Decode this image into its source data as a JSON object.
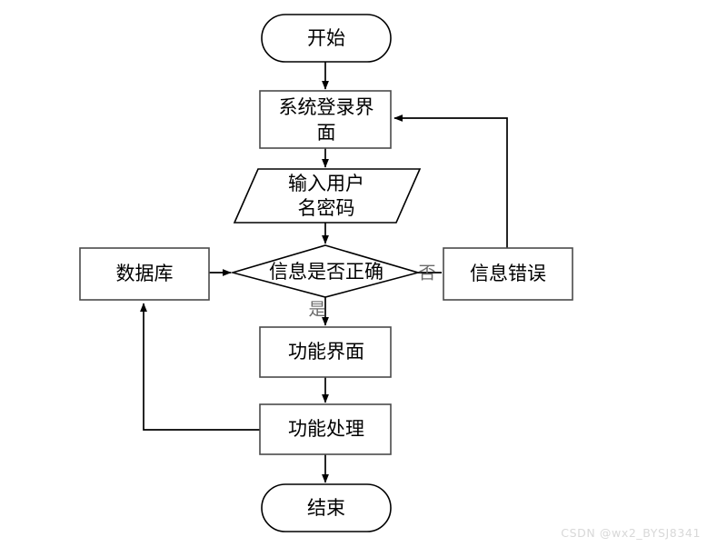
{
  "diagram": {
    "type": "flowchart",
    "orientation": "top-to-bottom",
    "background_color": "#ffffff",
    "line_color": "#000000",
    "text_color": "#000000",
    "nodes": [
      {
        "id": "start",
        "shape": "terminator",
        "label": "开始"
      },
      {
        "id": "login_ui",
        "shape": "process",
        "label": "系统登录界面"
      },
      {
        "id": "input",
        "shape": "data",
        "label": "输入用户名密码"
      },
      {
        "id": "database",
        "shape": "process",
        "label": "数据库"
      },
      {
        "id": "decision",
        "shape": "decision",
        "label": "信息是否正确"
      },
      {
        "id": "error",
        "shape": "process",
        "label": "信息错误"
      },
      {
        "id": "func_ui",
        "shape": "process",
        "label": "功能界面"
      },
      {
        "id": "func_proc",
        "shape": "process",
        "label": "功能处理"
      },
      {
        "id": "end",
        "shape": "terminator",
        "label": "结束"
      }
    ],
    "edges": [
      {
        "from": "start",
        "to": "login_ui",
        "label": ""
      },
      {
        "from": "login_ui",
        "to": "input",
        "label": ""
      },
      {
        "from": "input",
        "to": "decision",
        "label": ""
      },
      {
        "from": "database",
        "to": "decision",
        "label": ""
      },
      {
        "from": "decision",
        "to": "error",
        "label": "否"
      },
      {
        "from": "decision",
        "to": "func_ui",
        "label": "是"
      },
      {
        "from": "error",
        "to": "login_ui",
        "label": ""
      },
      {
        "from": "func_ui",
        "to": "func_proc",
        "label": ""
      },
      {
        "from": "func_proc",
        "to": "database",
        "label": ""
      },
      {
        "from": "func_proc",
        "to": "end",
        "label": ""
      }
    ],
    "edge_labels": {
      "no": "否",
      "yes": "是"
    }
  },
  "watermark": {
    "text": "CSDN @wx2_BYSJ8341",
    "color": "#d8d8d8"
  }
}
